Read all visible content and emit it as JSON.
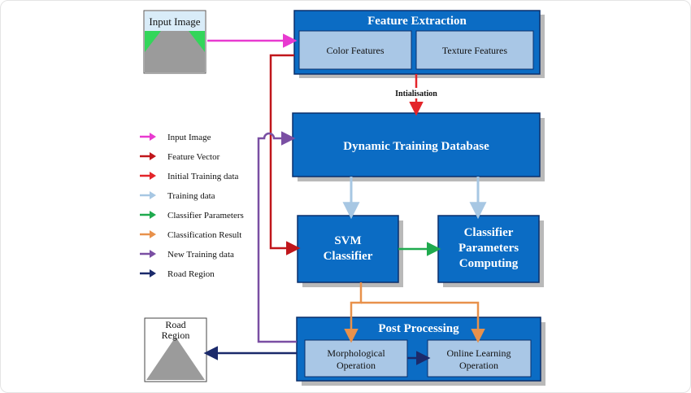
{
  "nodes": {
    "input_image": "Input Image",
    "feature_extraction": "Feature Extraction",
    "color_features": "Color Features",
    "texture_features": "Texture Features",
    "dynamic_training_database": "Dynamic Training Database",
    "svm_classifier": [
      "SVM",
      "Classifier"
    ],
    "classifier_parameters_computing": [
      "Classifier",
      "Parameters",
      "Computing"
    ],
    "post_processing": "Post Processing",
    "morphological_operation": [
      "Morphological",
      "Operation"
    ],
    "online_learning_operation": [
      "Online Learning",
      "Operation"
    ],
    "road_region": [
      "Road",
      "Region"
    ]
  },
  "edge_labels": {
    "initialisation": "Intialisation"
  },
  "legend": [
    {
      "label": "Input Image",
      "color": "#e83ad0"
    },
    {
      "label": "Feature Vector",
      "color": "#c0161b"
    },
    {
      "label": "Initial Training data",
      "color": "#e3252a"
    },
    {
      "label": "Training data",
      "color": "#a7c7e3"
    },
    {
      "label": "Classifier Parameters",
      "color": "#1faa4e"
    },
    {
      "label": "Classification Result",
      "color": "#e8914b"
    },
    {
      "label": "New Training data",
      "color": "#7a4fa3"
    },
    {
      "label": "Road Region",
      "color": "#1b2a6b"
    }
  ],
  "colors": {
    "box_blue": "#0b6cc4",
    "box_border": "#0a2f6b",
    "inner_box": "#a9c7e6",
    "shadow": "#b9b9b9",
    "road_green": "#33d65a",
    "road_gray": "#9b9b9b"
  }
}
